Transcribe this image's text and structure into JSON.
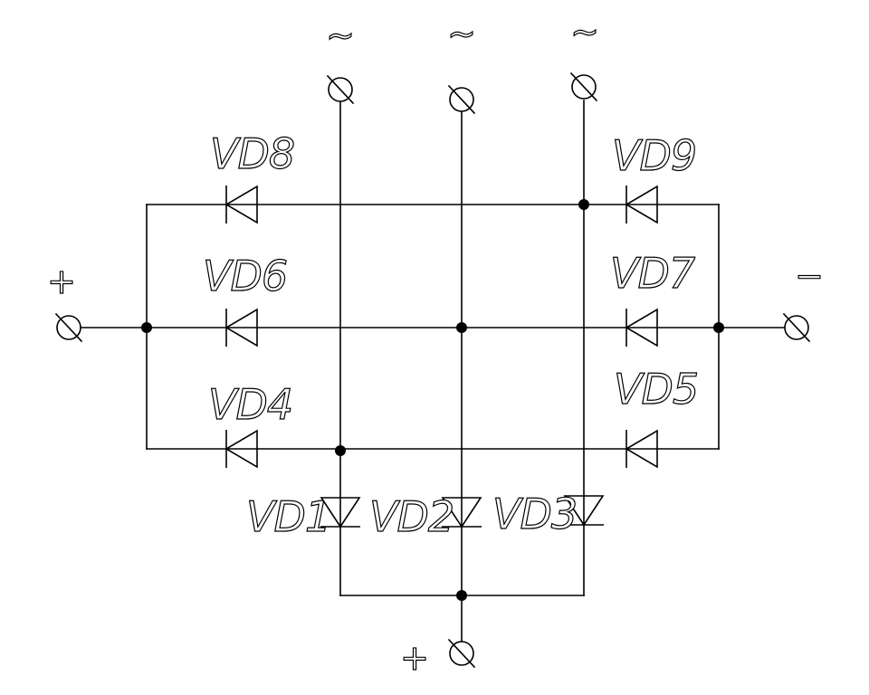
{
  "diagram": {
    "diodes": {
      "vd1": "VD1",
      "vd2": "VD2",
      "vd3": "VD3",
      "vd4": "VD4",
      "vd5": "VD5",
      "vd6": "VD6",
      "vd7": "VD7",
      "vd8": "VD8",
      "vd9": "VD9"
    },
    "terminals": {
      "ac_phase_1": "~",
      "ac_phase_2": "~",
      "ac_phase_3": "~",
      "left_output": "+",
      "right_output": "−",
      "bottom_output": "+"
    }
  }
}
